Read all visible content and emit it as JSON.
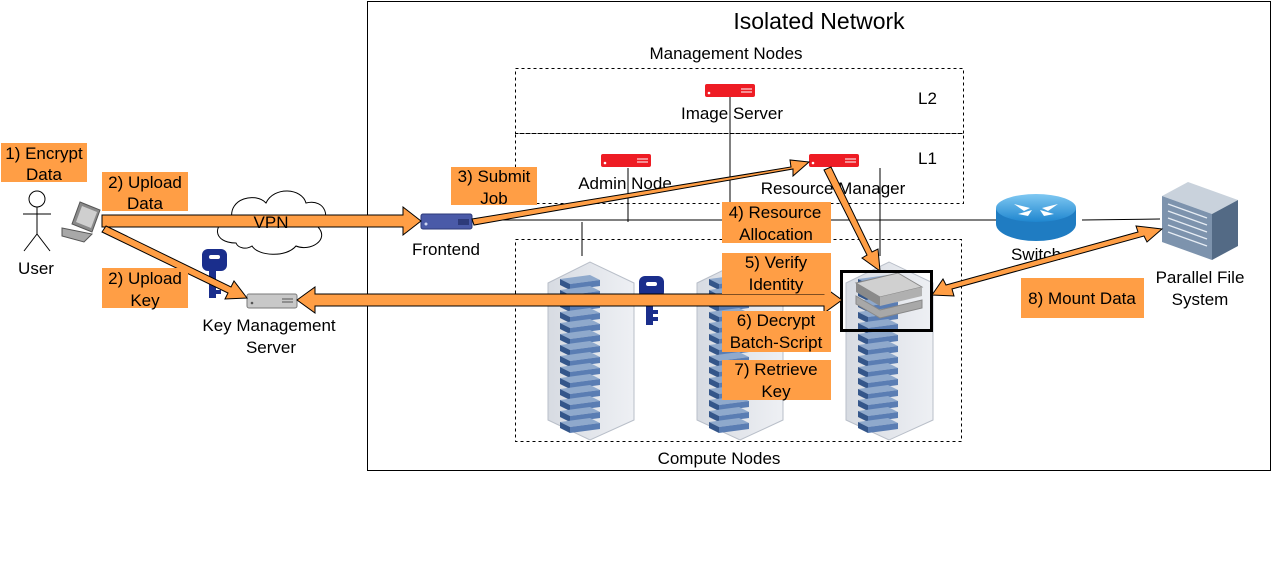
{
  "title": "Isolated Network",
  "groups": {
    "management": "Management Nodes",
    "compute": "Compute Nodes",
    "level2": "L2",
    "level1": "L1"
  },
  "nodes": {
    "user": "User",
    "frontend": "Frontend",
    "key_management": [
      "Key Management",
      "Server"
    ],
    "image_server": "Image Server",
    "admin_node": "Admin Node",
    "resource_manager": "Resource Manager",
    "switch": "Switch",
    "parallel_fs": [
      "Parallel File",
      "System"
    ]
  },
  "connections": {
    "vpn": "VPN"
  },
  "steps": {
    "encrypt": [
      "1) Encrypt",
      "Data"
    ],
    "upload_data": [
      "2) Upload",
      "Data"
    ],
    "upload_key": [
      "2) Upload",
      "Key"
    ],
    "submit_job": [
      "3) Submit",
      "Job"
    ],
    "resource_allocation": [
      "4) Resource",
      "Allocation"
    ],
    "verify_identity": [
      "5) Verify",
      "Identity"
    ],
    "decrypt": [
      "6) Decrypt",
      "Batch-Script"
    ],
    "retrieve_key": [
      "7) Retrieve",
      "Key"
    ],
    "mount_data": "8) Mount Data"
  },
  "colors": {
    "arrow_fill": "#ff9e45",
    "step_fill": "#ff9e45",
    "server_red": "#ee1c24",
    "frontend_blue": "#4a5aa8",
    "key_blue": "#1a2e8c",
    "rack_blue": "#4a6fa5"
  }
}
